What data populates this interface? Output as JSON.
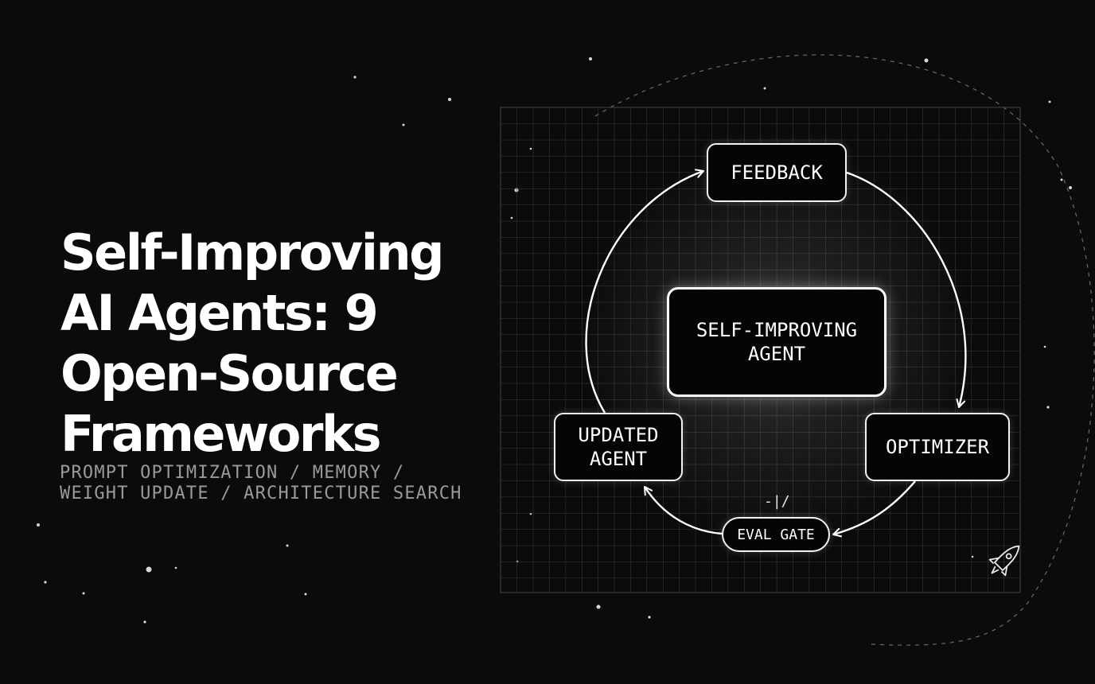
{
  "title": {
    "lines": [
      "Self-Improving",
      "AI Agents: 9",
      "Open-Source",
      "Frameworks"
    ]
  },
  "subtitle": {
    "lines": [
      "PROMPT OPTIMIZATION / MEMORY /",
      "WEIGHT UPDATE / ARCHITECTURE SEARCH"
    ]
  },
  "diagram": {
    "center": [
      "SELF-IMPROVING",
      "AGENT"
    ],
    "feedback": "FEEDBACK",
    "optimizer": "OPTIMIZER",
    "eval_gate": "EVAL GATE",
    "updated": [
      "UPDATED",
      "AGENT"
    ],
    "gate_symbol": "-|/"
  },
  "icons": {
    "rocket": "rocket-icon"
  },
  "colors": {
    "background": "#0b0b0b",
    "foreground": "#ffffff",
    "muted": "#9a9a9a"
  }
}
